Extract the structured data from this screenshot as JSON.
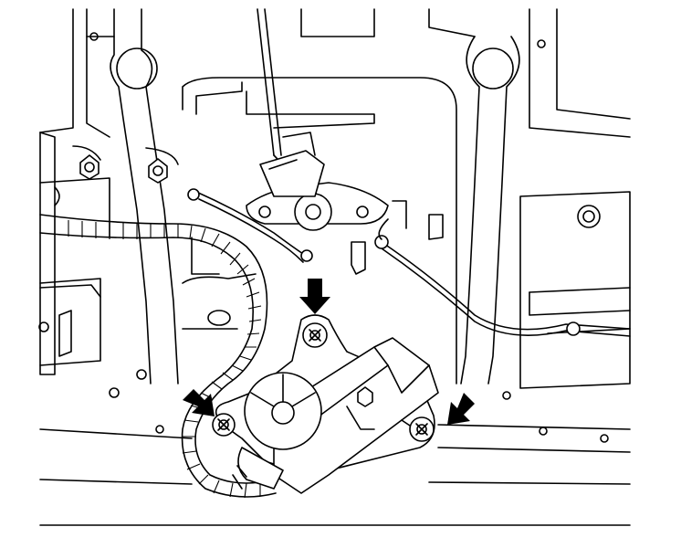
{
  "diagram": {
    "subject": "window-regulator-motor-mounting",
    "arrows": [
      {
        "name": "arrow-top-bolt",
        "points_to": "motor-mounting-bolt-top"
      },
      {
        "name": "arrow-left-bolt",
        "points_to": "motor-mounting-bolt-left"
      },
      {
        "name": "arrow-right-bolt",
        "points_to": "motor-mounting-bolt-right"
      }
    ],
    "colors": {
      "line": "#000000",
      "background": "#ffffff",
      "arrow": "#000000"
    }
  }
}
